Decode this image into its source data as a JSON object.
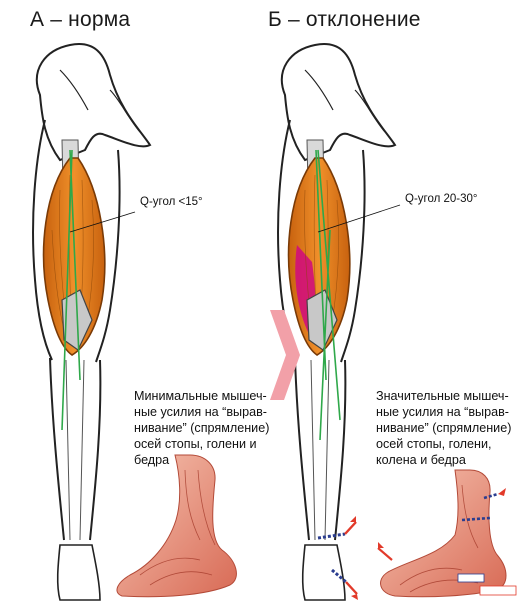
{
  "panels": [
    {
      "title": "А – норма",
      "angle_label": "Q-угол <15°",
      "description_lines": [
        "Минимальные мышеч-",
        "ные усилия на “вырав-",
        "нивание” (спрямление)",
        "осей стопы, голени и",
        "бедра"
      ]
    },
    {
      "title": "Б – отклонение",
      "angle_label": "Q-угол 20-30°",
      "description_lines": [
        "Значительные мышеч-",
        "ные усилия на “вырав-",
        "нивание” (спрямление)",
        "осей стопы, голени,",
        "колена и бедра"
      ]
    }
  ],
  "colors": {
    "muscle": "#e07a1c",
    "muscle_dark": "#b45a10",
    "muscle_abnormal": "#d0107a",
    "axis_line": "#2fa84a",
    "chevron": "#f2a0a8",
    "arrow_red": "#e23a2a",
    "arrow_blue": "#2b3d8f",
    "foot": "#e8907a"
  }
}
